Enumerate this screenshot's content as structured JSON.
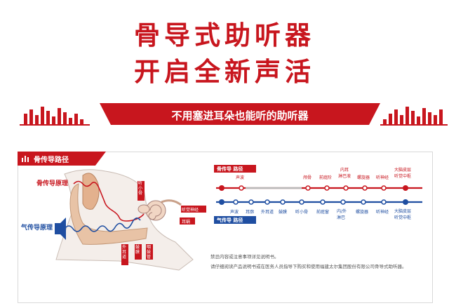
{
  "title_line1": "骨导式助听器",
  "title_line2": "开启全新声活",
  "banner": "不用塞进耳朵也能听的助听器",
  "panel_title": "骨传导路径",
  "ear_labels": {
    "bone_conduction": "骨传导原理",
    "air_conduction": "气传导原理",
    "stapes": "听小骨",
    "auditory_nerve": "听觉神经",
    "cochlea": "耳蜗",
    "ear_canal": "外耳道",
    "eardrum": "鼓膜",
    "eustachian_tube": "咽鼓管"
  },
  "bone_path": {
    "label": "骨传导 路径",
    "steps": [
      "声波",
      "颅骨",
      "前庭阶",
      "内耳\n淋巴液",
      "螺旋器",
      "听神经",
      "大脑皮层\n听觉中枢"
    ]
  },
  "air_path": {
    "label": "气传导 路径",
    "steps": [
      "声波",
      "耳廓",
      "外耳道",
      "鼓膜",
      "听小骨",
      "前庭窗",
      "内/外\n淋巴",
      "螺旋器",
      "听神经",
      "大脑皮层\n听觉中枢"
    ]
  },
  "notes": [
    "禁忌内容或注意事项详见说明书。",
    "请仔细阅读产品说明书或在医务人员指导下购买和使用福建太尔集团股份有限公司骨导式助听器。"
  ],
  "colors": {
    "red": "#c8161e",
    "blue": "#1f4ea1",
    "gray": "#9a9a9a"
  }
}
